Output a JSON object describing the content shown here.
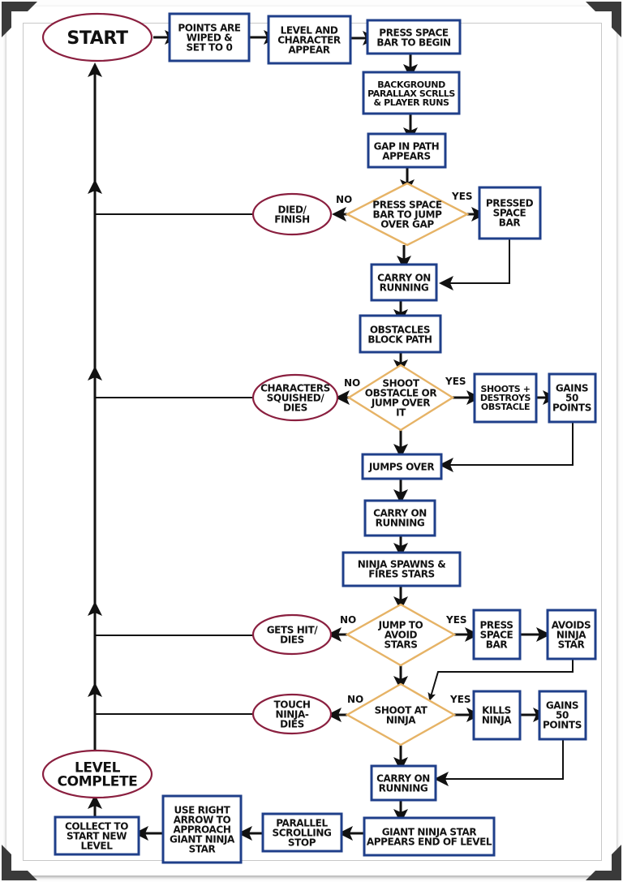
{
  "diagram": {
    "type": "flowchart",
    "colors": {
      "process_border": "#1f3f8a",
      "terminal_border": "#8a1f3f",
      "decision_border": "#e6b366",
      "arrow": "#111111"
    },
    "nodes": {
      "start": [
        "START"
      ],
      "points_wiped": [
        "POINTS ARE",
        "WIPED &",
        "SET TO 0"
      ],
      "level_character": [
        "LEVEL AND",
        "CHARACTER",
        "APPEAR"
      ],
      "press_space_begin": [
        "PRESS SPACE",
        "BAR TO BEGIN"
      ],
      "background_parallax": [
        "BACKGROUND",
        "PARALLAX SCRLLS",
        "& PLAYER RUNS"
      ],
      "gap_appears": [
        "GAP IN PATH",
        "APPEARS"
      ],
      "decision_jump_gap": [
        "PRESS SPACE",
        "BAR TO JUMP",
        "OVER GAP"
      ],
      "died_finish": [
        "DIED/",
        "FINISH"
      ],
      "pressed_space": [
        "PRESSED",
        "SPACE",
        "BAR"
      ],
      "carry_on_1": [
        "CARRY ON",
        "RUNNING"
      ],
      "obstacles_block": [
        "OBSTACLES",
        "BLOCK PATH"
      ],
      "decision_obstacle": [
        "SHOOT",
        "OBSTACLE OR",
        "JUMP OVER",
        "IT"
      ],
      "characters_squished": [
        "CHARACTERS",
        "SQUISHED/",
        "DIES"
      ],
      "shoots_destroys": [
        "SHOOTS +",
        "DESTROYS",
        "OBSTACLE"
      ],
      "gains_50_a": [
        "GAINS",
        "50",
        "POINTS"
      ],
      "jumps_over": [
        "JUMPS OVER"
      ],
      "carry_on_2": [
        "CARRY ON",
        "RUNNING"
      ],
      "ninja_spawns": [
        "NINJA SPAWNS &",
        "FIRES STARS"
      ],
      "decision_avoid_stars": [
        "JUMP TO",
        "AVOID",
        "STARS"
      ],
      "gets_hit": [
        "GETS HIT/",
        "DIES"
      ],
      "press_space_bar": [
        "PRESS",
        "SPACE",
        "BAR"
      ],
      "avoids_ninja_star": [
        "AVOIDS",
        "NINJA",
        "STAR"
      ],
      "decision_shoot_ninja": [
        "SHOOT AT",
        "NINJA"
      ],
      "touch_ninja": [
        "TOUCH",
        "NINJA-",
        "DIES"
      ],
      "kills_ninja": [
        "KILLS",
        "NINJA"
      ],
      "gains_50_b": [
        "GAINS",
        "50",
        "POINTS"
      ],
      "carry_on_3": [
        "CARRY ON",
        "RUNNING"
      ],
      "giant_star_appears": [
        "GIANT NINJA STAR",
        "APPEARS END OF LEVEL"
      ],
      "parallel_stop": [
        "PARALLEL",
        "SCROLLING",
        "STOP"
      ],
      "use_right_arrow": [
        "USE RIGHT",
        "ARROW TO",
        "APPROACH",
        "GIANT NINJA",
        "STAR"
      ],
      "collect_new_level": [
        "COLLECT TO",
        "START NEW",
        "LEVEL"
      ],
      "level_complete": [
        "LEVEL",
        "COMPLETE"
      ]
    },
    "edge_labels": {
      "yes": "YES",
      "no": "NO"
    }
  }
}
